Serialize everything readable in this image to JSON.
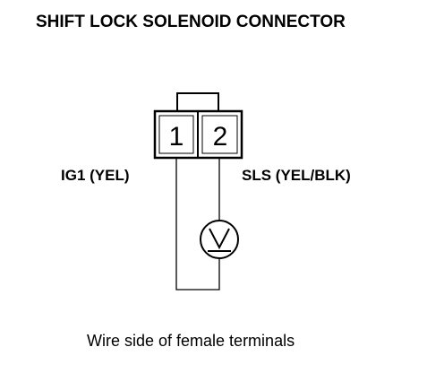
{
  "title": "SHIFT LOCK SOLENOID CONNECTOR",
  "connector": {
    "pins": [
      {
        "number": "1",
        "label": "IG1 (YEL)"
      },
      {
        "number": "2",
        "label": "SLS (YEL/BLK)"
      }
    ],
    "load_symbol": "voltmeter-icon"
  },
  "caption": "Wire side of female terminals"
}
